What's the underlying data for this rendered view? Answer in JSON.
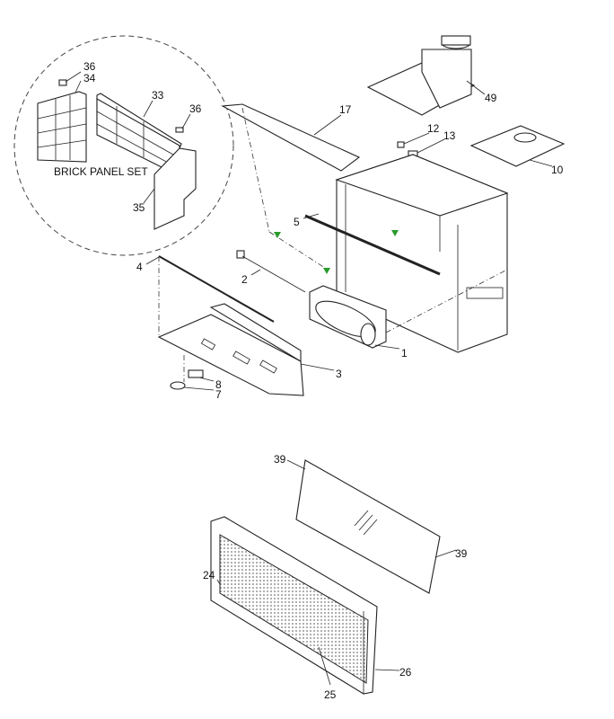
{
  "title_label": "BRICK PANEL SET",
  "callouts": {
    "c36a": "36",
    "c34": "34",
    "c33": "33",
    "c36b": "36",
    "c35": "35",
    "c17": "17",
    "c49": "49",
    "c12": "12",
    "c13": "13",
    "c10": "10",
    "c5": "5",
    "c4": "4",
    "c2": "2",
    "c1": "1",
    "c3": "3",
    "c8": "8",
    "c7": "7",
    "c39a": "39",
    "c39b": "39",
    "c24": "24",
    "c25": "25",
    "c26": "26"
  },
  "colors": {
    "line": "#222222",
    "marker": "#2a9a2a"
  }
}
